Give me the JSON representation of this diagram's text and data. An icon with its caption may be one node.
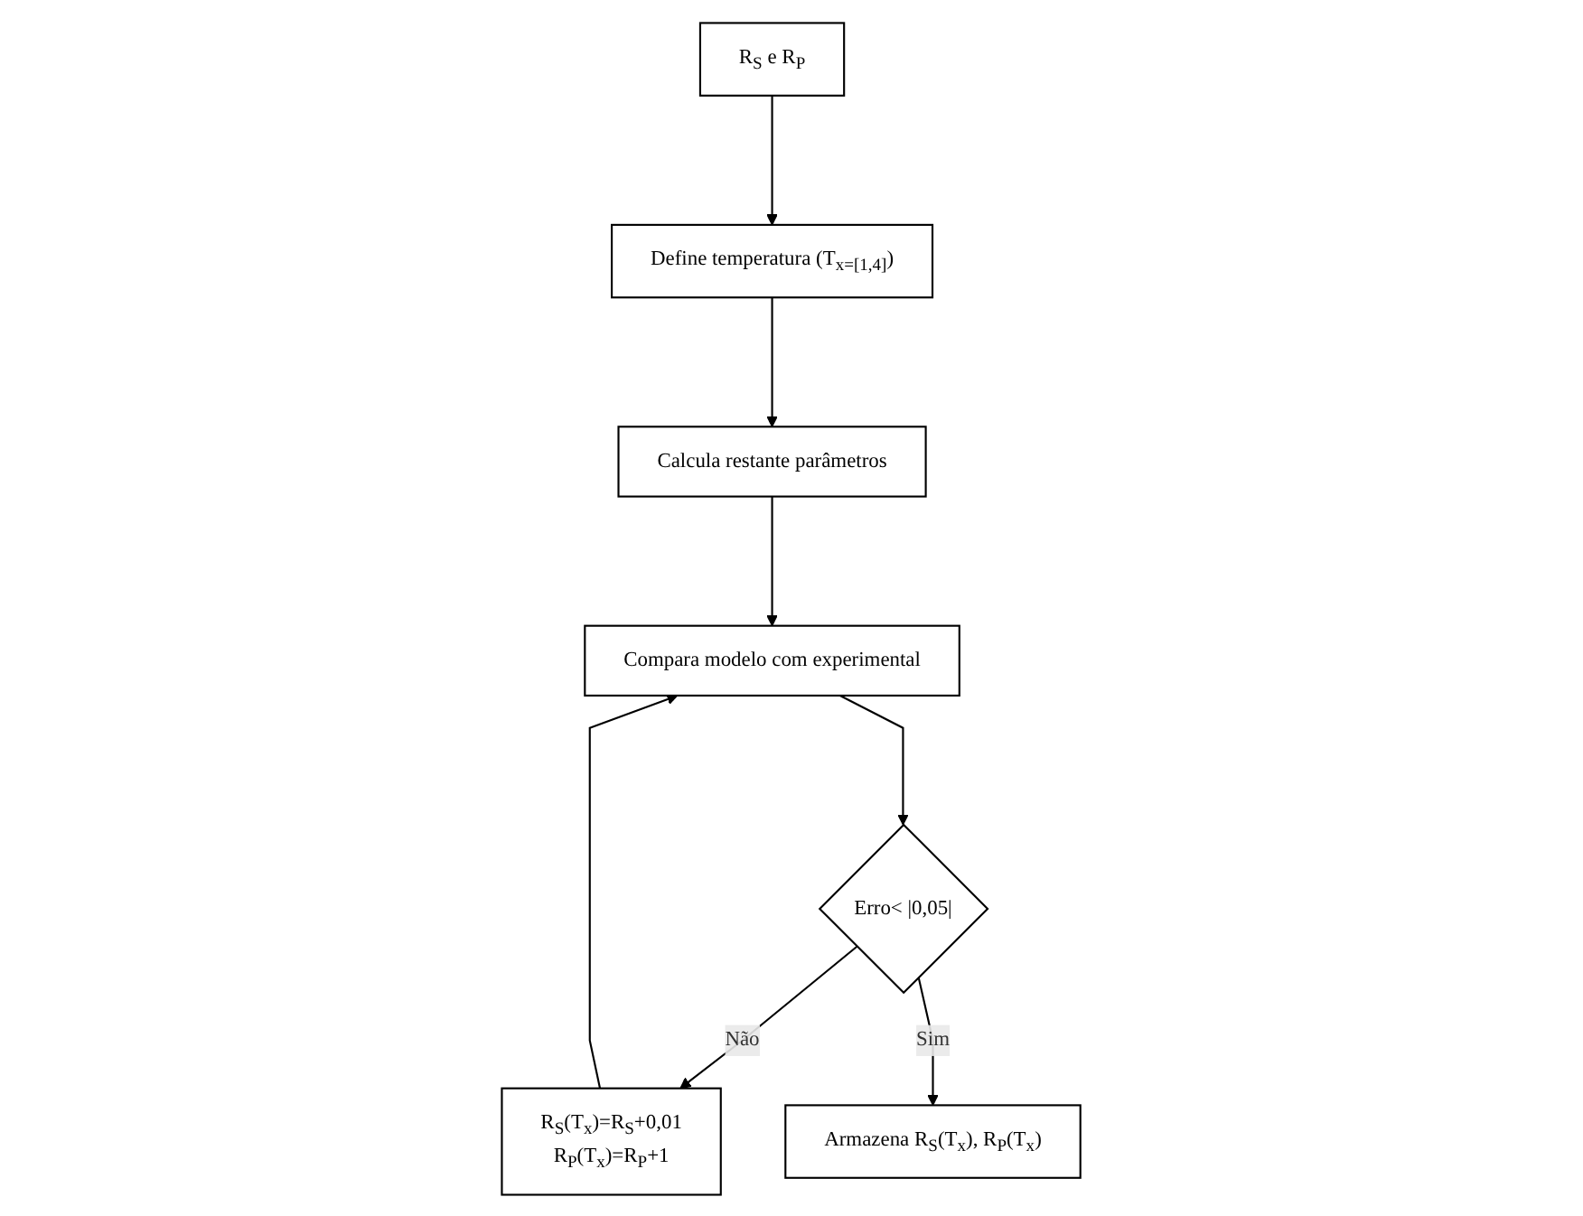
{
  "diagram": {
    "nodes": [
      {
        "text": [
          "R$_{S}$ e R$_{P}$"
        ]
      },
      {
        "text": [
          "Define temperatura (T$_{x=[1,4]}$)"
        ]
      },
      {
        "text": [
          "Calcula restante parâmetros"
        ]
      },
      {
        "text": [
          "Compara modelo com experimental"
        ]
      },
      {
        "text": [
          "Erro< |0,05|"
        ]
      },
      {
        "text": [
          "R$_{S}$(T$_{x}$)=R$_{S}$+0,01",
          "R$_{P}$(T$_{x}$)=R$_{P}$+1"
        ]
      },
      {
        "text": [
          "Armazena R$_{S}$(T$_{x}$), R$_{P}$(T$_{x}$)"
        ]
      }
    ],
    "edges": [
      {
        "from": 0,
        "to": 1,
        "arrow": "to"
      },
      {
        "from": 1,
        "to": 2,
        "arrow": "to"
      },
      {
        "from": 2,
        "to": 3,
        "arrow": "to"
      },
      {
        "from": 3,
        "to": 4,
        "arrow": "to"
      },
      {
        "from": 4,
        "to": 5,
        "arrow": "to",
        "label": "Não"
      },
      {
        "from": 5,
        "to": 3,
        "arrow": "to"
      },
      {
        "from": 4,
        "to": 6,
        "arrow": "to",
        "label": "Sim"
      }
    ]
  }
}
